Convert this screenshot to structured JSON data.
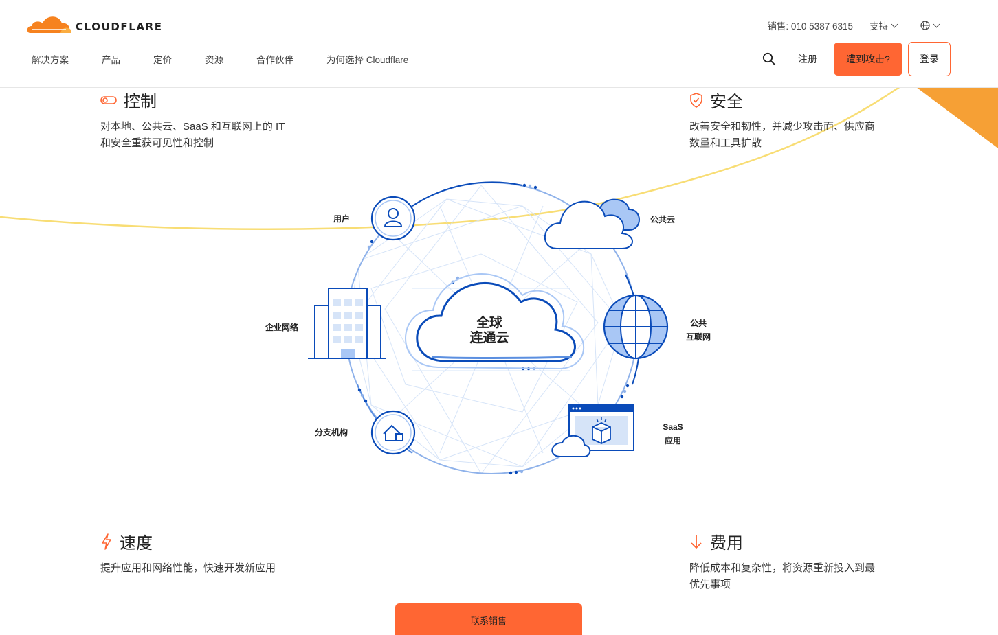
{
  "header": {
    "logo_text": "CLOUDFLARE",
    "phone": "销售: 010 5387 6315",
    "support": "支持",
    "nav": [
      "解决方案",
      "产品",
      "定价",
      "资源",
      "合作伙伴",
      "为何选择 Cloudflare"
    ],
    "register": "注册",
    "attack_button": "遭到攻击?",
    "login_button": "登录"
  },
  "features": {
    "control": {
      "title": "控制",
      "desc": "对本地、公共云、SaaS 和互联网上的 IT 和安全重获可见性和控制"
    },
    "security": {
      "title": "安全",
      "desc": "改善安全和韧性，并减少攻击面、供应商数量和工具扩散"
    },
    "speed": {
      "title": "速度",
      "desc": "提升应用和网络性能，快速开发新应用"
    },
    "cost": {
      "title": "费用",
      "desc": "降低成本和复杂性，将资源重新投入到最优先事项"
    }
  },
  "diagram": {
    "center_line1": "全球",
    "center_line2": "连通云",
    "users": "用户",
    "public_cloud": "公共云",
    "enterprise": "企业网络",
    "internet_line1": "公共",
    "internet_line2": "互联网",
    "branch": "分支机构",
    "saas_line1": "SaaS",
    "saas_line2": "应用"
  },
  "cta": {
    "label": "联系销售"
  },
  "colors": {
    "accent": "#ff6633",
    "blue": "#0a4bb9",
    "light_blue": "#a9c7f5",
    "yellow": "#f8dd74",
    "orange_brand": "#f6821f"
  }
}
